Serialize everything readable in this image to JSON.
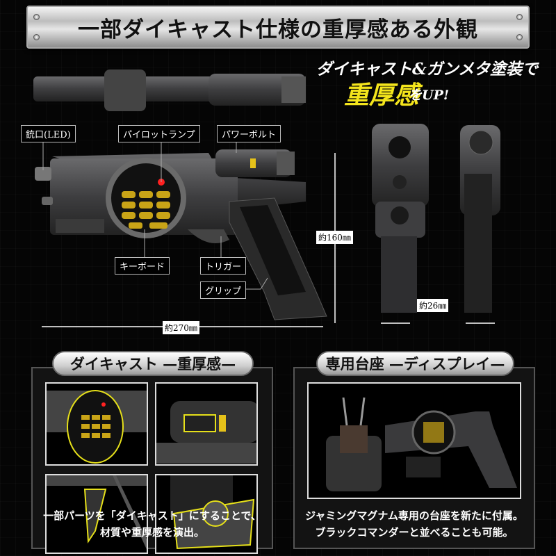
{
  "header": {
    "title": "一部ダイキャスト仕様の重厚感ある外観"
  },
  "tagline": {
    "line1": "ダイキャスト&ガンメタ塗装で",
    "highlight": "重厚感",
    "suffix": "をUP!"
  },
  "callouts": {
    "muzzle": "銃口(LED)",
    "pilot_lamp": "パイロットランプ",
    "power_bolt": "パワーボルト",
    "keyboard": "キーボード",
    "trigger": "トリガー",
    "grip": "グリップ"
  },
  "dimensions": {
    "height": "約160㎜",
    "length": "約270㎜",
    "width": "約26㎜"
  },
  "panels": [
    {
      "title": "ダイキャスト —重厚感—",
      "caption_line1": "一部パーツを「ダイキャスト」にすることで、",
      "caption_line2": "材質や重厚感を演出。"
    },
    {
      "title": "専用台座 —ディスプレイ—",
      "caption_line1": "ジャミングマグナム専用の台座を新たに付属。",
      "caption_line2": "ブラックコマンダーと並べることも可能。"
    }
  ],
  "colors": {
    "accent_yellow": "#f4e51c",
    "gunmetal": "#4a4a4c",
    "lamp_red": "#ff2020"
  }
}
